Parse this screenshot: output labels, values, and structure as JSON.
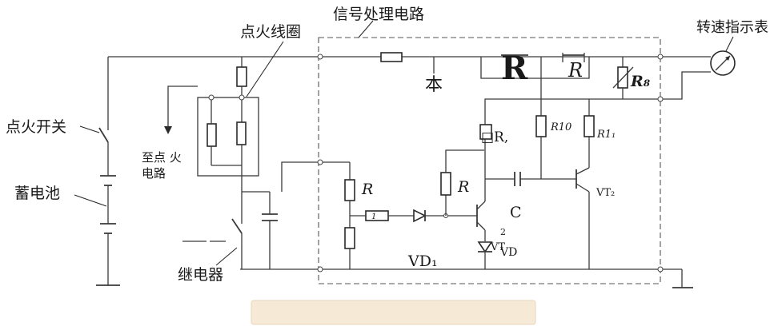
{
  "labels": {
    "signal_circuit": "信号处理电路",
    "ignition_coil": "点火线圈",
    "tachometer": "转速指示表",
    "ignition_switch": "点火开关",
    "battery": "蓄电池",
    "to_ignition_line1": "至点 火",
    "to_ignition_line2": "电路",
    "relay": "继电器"
  },
  "components": {
    "r_big": "R",
    "r_top": "R",
    "r8": "R₈",
    "r_box": "□R,",
    "r10": "R10",
    "r11": "R1₁",
    "r_left": "R",
    "r_mid": "R",
    "c": "C",
    "vt2": "VT₂",
    "vt1_sub": "2",
    "vt_vd": "VT",
    "vd": "VD",
    "vd1": "VD₁",
    "diode_top": "本",
    "small_label": "1"
  },
  "colors": {
    "wire": "#3a3a3a",
    "bar_fill": "#f6e9d6"
  }
}
